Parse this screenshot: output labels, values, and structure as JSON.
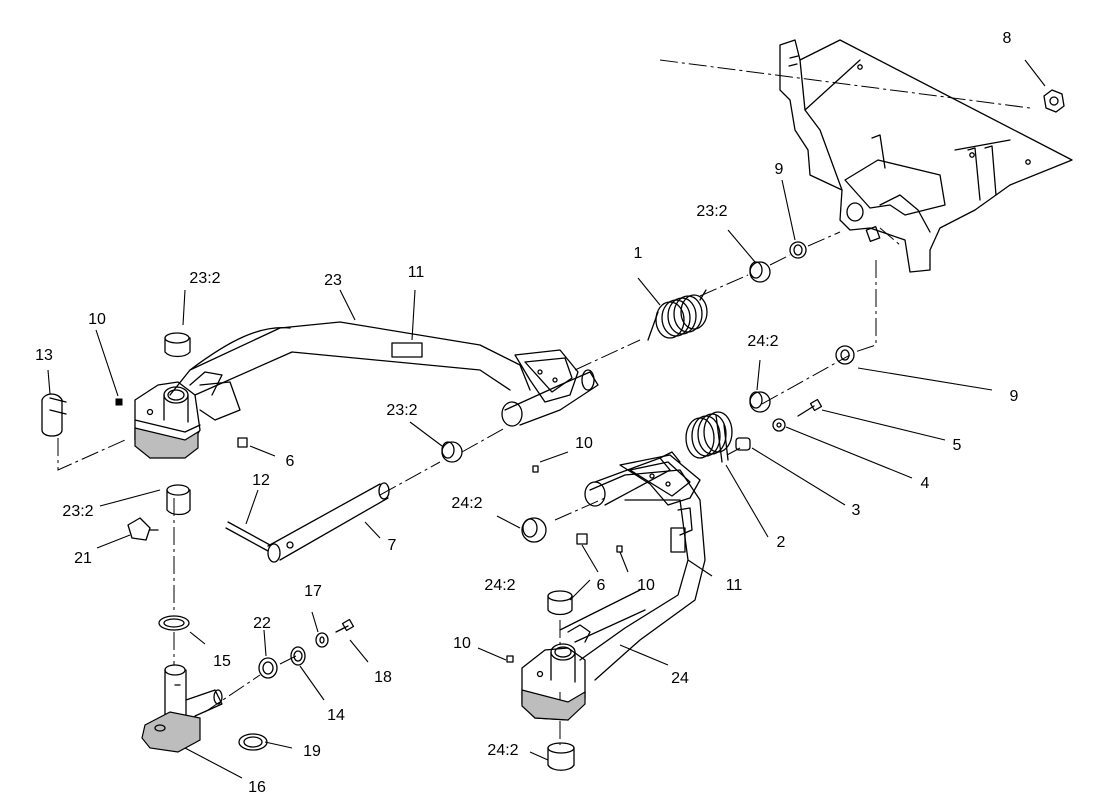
{
  "callouts": [
    {
      "id": "c-1",
      "text": "1"
    },
    {
      "id": "c-2",
      "text": "2"
    },
    {
      "id": "c-3",
      "text": "3"
    },
    {
      "id": "c-4",
      "text": "4"
    },
    {
      "id": "c-5",
      "text": "5"
    },
    {
      "id": "c-6a",
      "text": "6"
    },
    {
      "id": "c-6b",
      "text": "6"
    },
    {
      "id": "c-7",
      "text": "7"
    },
    {
      "id": "c-8",
      "text": "8"
    },
    {
      "id": "c-9a",
      "text": "9"
    },
    {
      "id": "c-9b",
      "text": "9"
    },
    {
      "id": "c-10a",
      "text": "10"
    },
    {
      "id": "c-10b",
      "text": "10"
    },
    {
      "id": "c-10c",
      "text": "10"
    },
    {
      "id": "c-10d",
      "text": "10"
    },
    {
      "id": "c-11a",
      "text": "11"
    },
    {
      "id": "c-11b",
      "text": "11"
    },
    {
      "id": "c-12",
      "text": "12"
    },
    {
      "id": "c-13",
      "text": "13"
    },
    {
      "id": "c-14",
      "text": "14"
    },
    {
      "id": "c-15",
      "text": "15"
    },
    {
      "id": "c-16",
      "text": "16"
    },
    {
      "id": "c-17",
      "text": "17"
    },
    {
      "id": "c-18",
      "text": "18"
    },
    {
      "id": "c-19",
      "text": "19"
    },
    {
      "id": "c-21",
      "text": "21"
    },
    {
      "id": "c-22",
      "text": "22"
    },
    {
      "id": "c-23",
      "text": "23"
    },
    {
      "id": "c-24",
      "text": "24"
    },
    {
      "id": "c-23-2a",
      "text": "23:2"
    },
    {
      "id": "c-23-2b",
      "text": "23:2"
    },
    {
      "id": "c-23-2c",
      "text": "23:2"
    },
    {
      "id": "c-23-2d",
      "text": "23:2"
    },
    {
      "id": "c-24-2a",
      "text": "24:2"
    },
    {
      "id": "c-24-2b",
      "text": "24:2"
    },
    {
      "id": "c-24-2c",
      "text": "24:2"
    },
    {
      "id": "c-24-2d",
      "text": "24:2"
    }
  ]
}
